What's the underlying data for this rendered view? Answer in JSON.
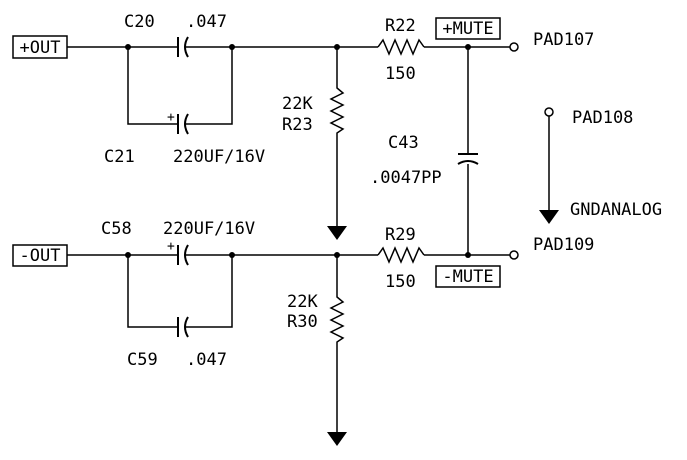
{
  "ports": {
    "plus_out": "+OUT",
    "minus_out": "-OUT",
    "plus_mute": "+MUTE",
    "minus_mute": "-MUTE"
  },
  "components": {
    "c20": {
      "ref": "C20",
      "value": ".047"
    },
    "c21": {
      "ref": "C21",
      "value": "220UF/16V"
    },
    "c58": {
      "ref": "C58",
      "value": "220UF/16V"
    },
    "c59": {
      "ref": "C59",
      "value": ".047"
    },
    "c43": {
      "ref": "C43",
      "value": ".0047PP"
    },
    "r22": {
      "ref": "R22",
      "value": "150"
    },
    "r29": {
      "ref": "R29",
      "value": "150"
    },
    "r23": {
      "ref": "R23",
      "value": "22K"
    },
    "r30": {
      "ref": "R30",
      "value": "22K"
    }
  },
  "pads": {
    "pad107": "PAD107",
    "pad108": "PAD108",
    "pad109": "PAD109"
  },
  "nets": {
    "gnd_analog": "GNDANALOG"
  },
  "polarity_mark": "+"
}
